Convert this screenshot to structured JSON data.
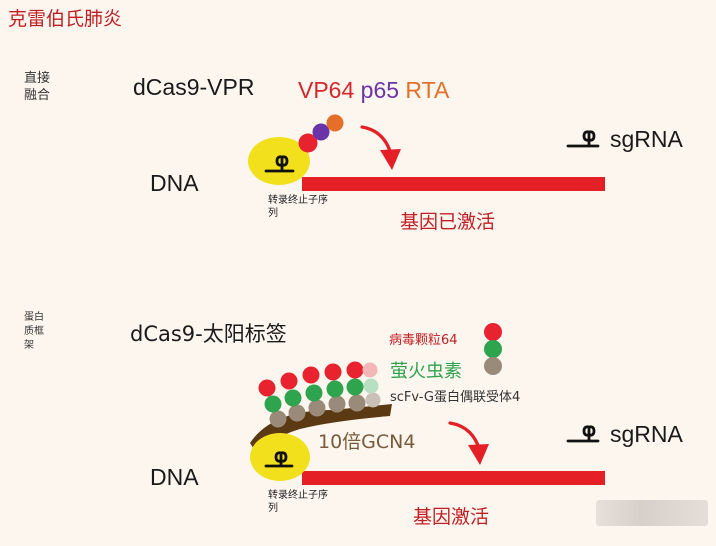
{
  "title": "克雷伯氏肺炎",
  "top_panel": {
    "side_label": "直接融合",
    "construct": "dCas9-VPR",
    "domains": [
      {
        "text": "VP64",
        "color": "#d8262e"
      },
      {
        "text": "p65",
        "color": "#6a33a8"
      },
      {
        "text": "RTA",
        "color": "#e56f29"
      }
    ],
    "sgrna": "sgRNA",
    "dna": "DNA",
    "promoter": "转录终止子序列",
    "status": "基因已激活"
  },
  "bottom_panel": {
    "side_label": "蛋白质框架",
    "construct": "dCas9-太阳标签",
    "legend": [
      {
        "text": "病毒颗粒64",
        "color": "#e8232f"
      },
      {
        "text": "萤火虫素",
        "color": "#2ea44f"
      },
      {
        "text": "scFv-G蛋白偶联受体4",
        "color": "#9a8a7a"
      }
    ],
    "scaffold": "10倍GCN4",
    "sgrna": "sgRNA",
    "dna": "DNA",
    "promoter": "转录终止子序列",
    "status": "基因激活"
  },
  "colors": {
    "title_red": "#c41e24",
    "dna_red": "#e41f26",
    "dcas9_yellow": "#f3e01c",
    "scaffold_brown": "#5b3a13",
    "vp64_red": "#e8232f",
    "sfgfp_green": "#2ea44f",
    "scfv_gray": "#9a8a7a"
  }
}
